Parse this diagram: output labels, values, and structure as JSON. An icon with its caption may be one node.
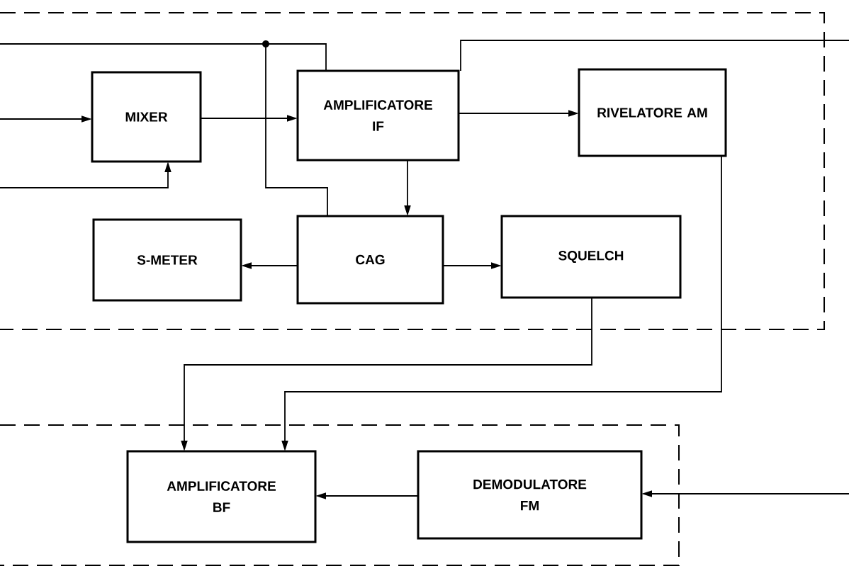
{
  "diagram": {
    "nodes": [
      {
        "text": [
          "MIXER"
        ]
      },
      {
        "text": [
          "AMPLIFICATORE IF"
        ]
      },
      {
        "text": [
          "RIVELATORE AM"
        ]
      },
      {
        "text": [
          "S-METER"
        ]
      },
      {
        "text": [
          "CAG"
        ]
      },
      {
        "text": [
          "SQUELCH"
        ]
      },
      {
        "text": [
          "AMPLIFICATORE BF"
        ]
      },
      {
        "text": [
          "DEMODULATORE FM"
        ]
      }
    ],
    "edges": [
      {
        "from": null,
        "to": 0,
        "arrow": "to"
      },
      {
        "from": null,
        "to": 0,
        "arrow": "to"
      },
      {
        "from": 0,
        "to": 1,
        "arrow": "to"
      },
      {
        "from": 1,
        "to": 2,
        "arrow": "to"
      },
      {
        "from": 1,
        "to": 4,
        "arrow": "to"
      },
      {
        "from": 4,
        "to": 3,
        "arrow": "to"
      },
      {
        "from": 4,
        "to": 5,
        "arrow": "to"
      },
      {
        "from": 5,
        "to": 6,
        "arrow": "to"
      },
      {
        "from": 2,
        "to": 6,
        "arrow": "to"
      },
      {
        "from": 7,
        "to": 6,
        "arrow": "to"
      },
      {
        "from": null,
        "to": 7,
        "arrow": "to"
      },
      {
        "from": null,
        "to": 1,
        "arrow": "none"
      },
      {
        "from": null,
        "to": 4,
        "arrow": "none"
      },
      {
        "from": 1,
        "to": null,
        "arrow": "none"
      }
    ]
  }
}
